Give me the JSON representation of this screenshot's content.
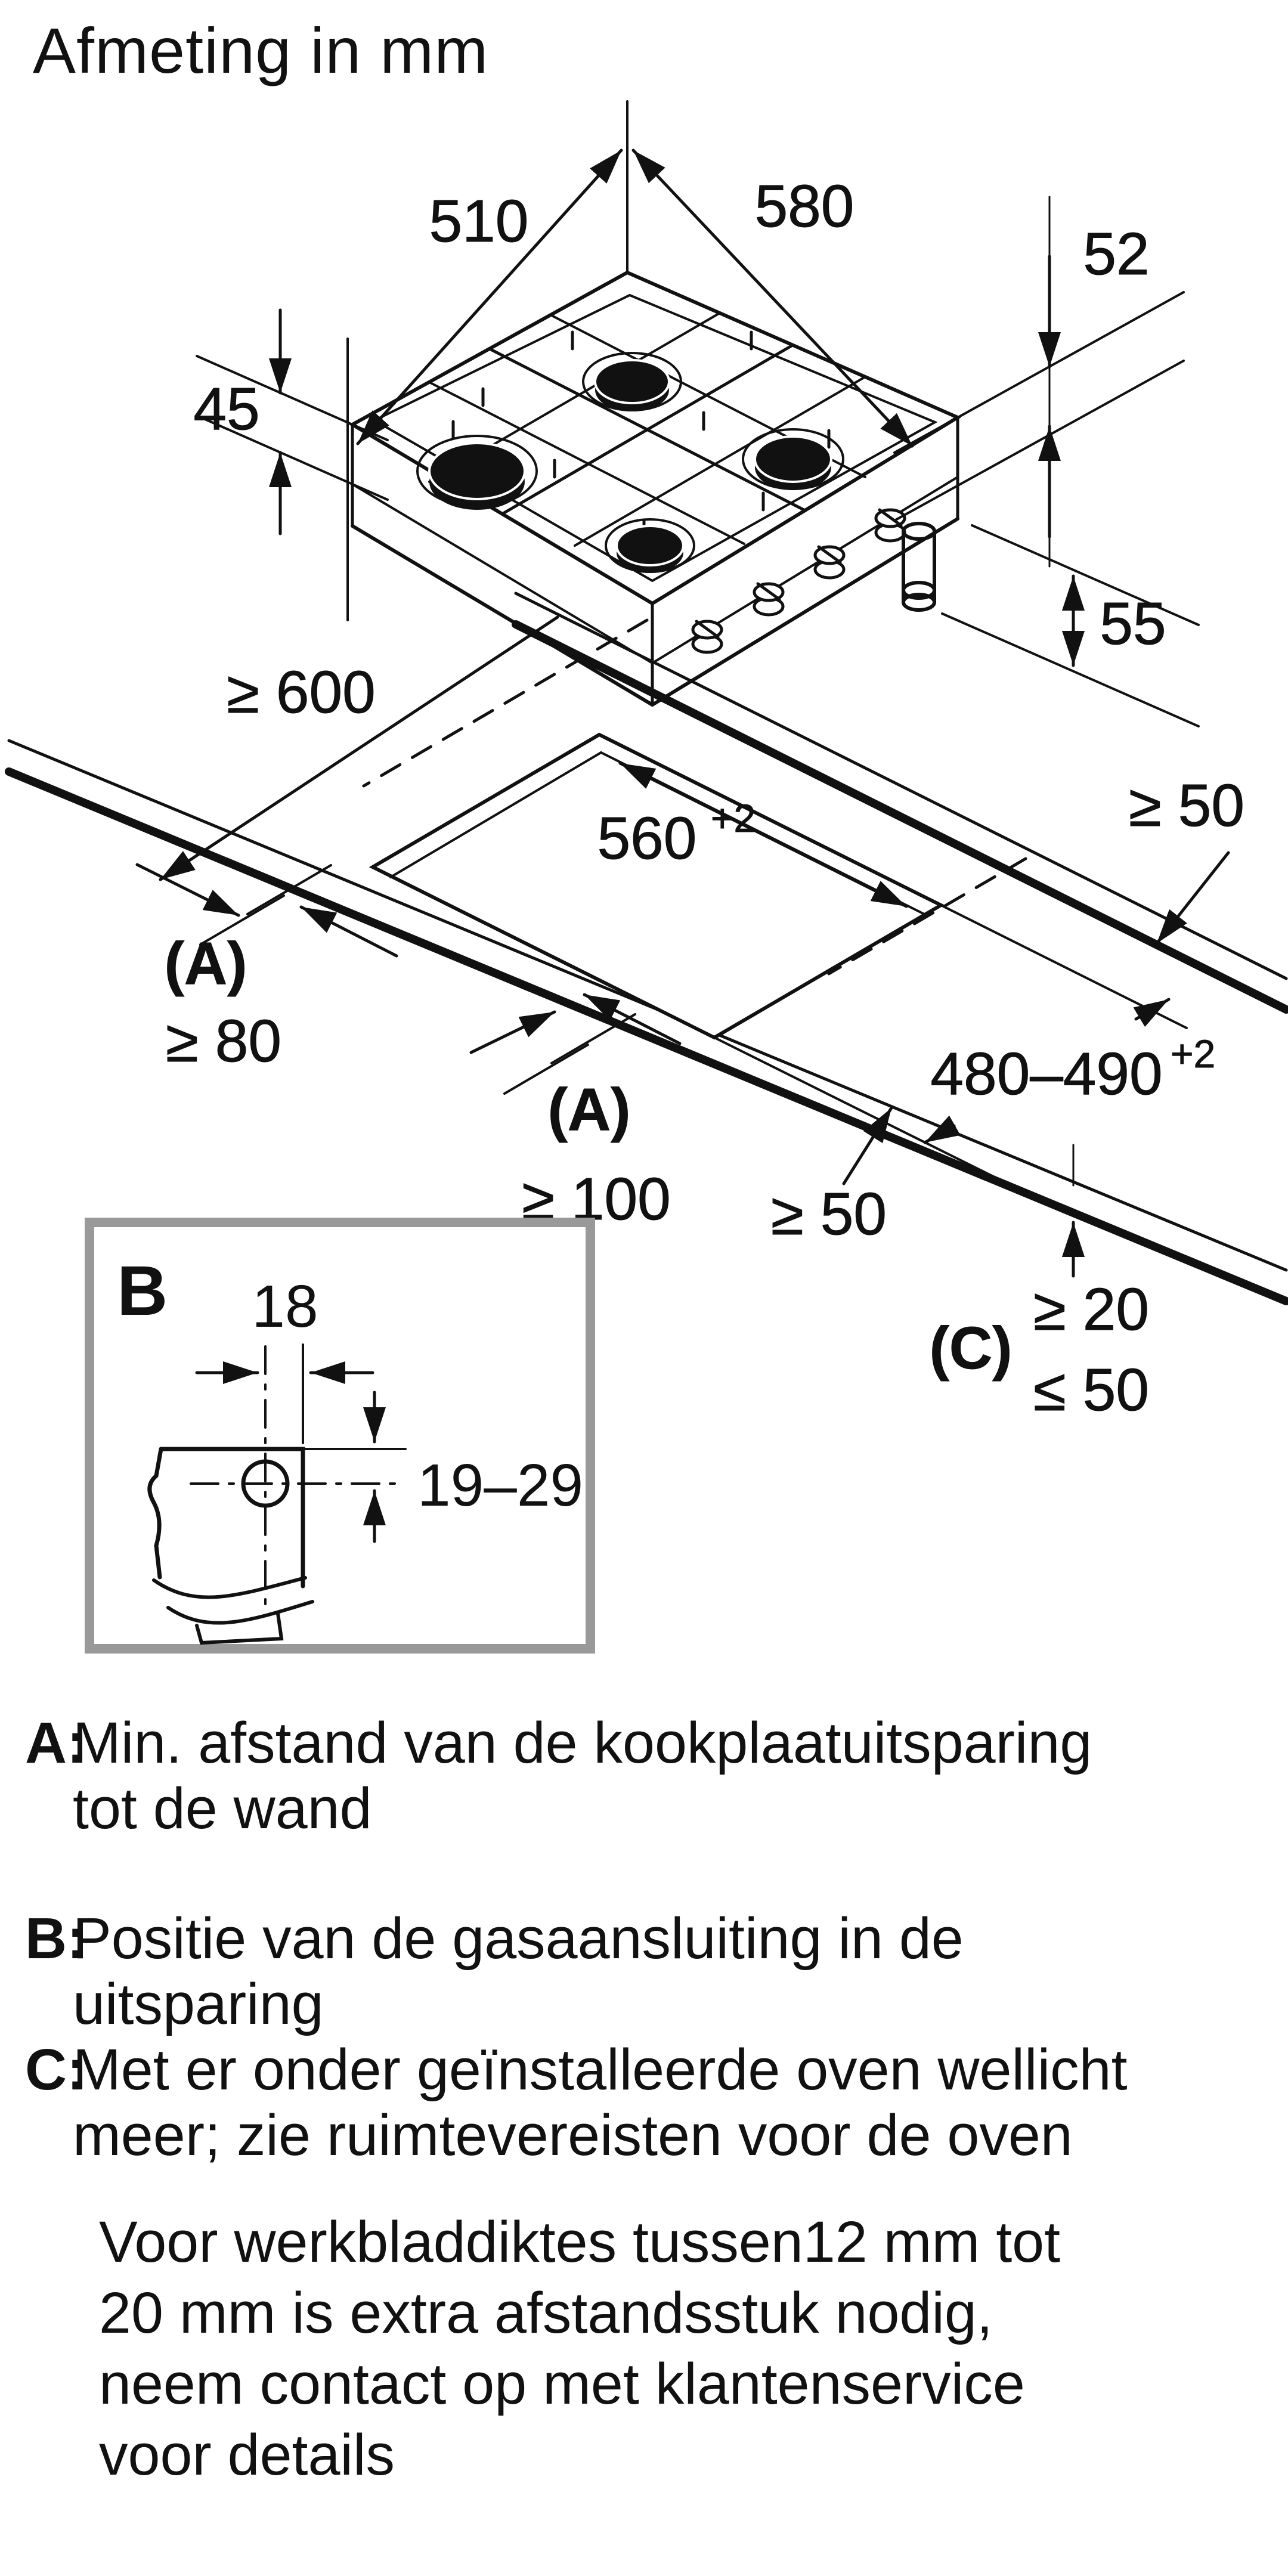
{
  "title": "Afmeting in mm",
  "hob": {
    "dim_width_left": "510",
    "dim_width_right": "580",
    "dim_rim_height": "52",
    "dim_glass_height": "45",
    "dim_below_height": "55"
  },
  "worktop": {
    "dim_depth": "≥ 600",
    "dim_back_clearance": "≥ 50",
    "dim_cutout_width": "560",
    "dim_cutout_width_tol": "+2",
    "dim_cutout_depth": "480–490",
    "dim_cutout_depth_tol": "+2",
    "label_a_left": "(A)",
    "dim_a_left": "≥ 80",
    "label_a_front": "(A)",
    "dim_a_front": "≥ 100",
    "dim_front_clearance": "≥ 50",
    "label_c": "(C)",
    "dim_c_min": "≥ 20",
    "dim_c_max": "≤ 50"
  },
  "detail_b": {
    "label": "B",
    "dim_offset": "18",
    "dim_depth_range": "19–29"
  },
  "legend": {
    "a_key": "A:",
    "a_line1": "Min. afstand van de kookplaatuitsparing",
    "a_line2": "tot de wand",
    "b_key": "B:",
    "b_line1": "Positie van de gasaansluiting in de",
    "b_line2": "uitsparing",
    "c_key": "C:",
    "c_line1": "Met er onder geïnstalleerde oven wellicht",
    "c_line2": "meer; zie ruimtevereisten voor de oven"
  },
  "note": {
    "line1": "Voor werkbladdiktes tussen12 mm tot",
    "line2": "20 mm is extra afstandsstuk nodig,",
    "line3": "neem contact op met klantenservice",
    "line4": "voor details"
  },
  "colors": {
    "ink": "#111111",
    "frame_gray": "#999999"
  }
}
